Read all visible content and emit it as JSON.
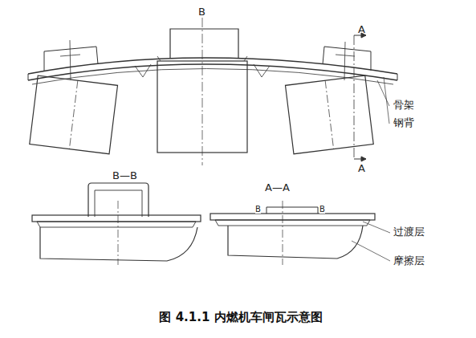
{
  "diagram": {
    "caption": "图 4.1.1 内燃机车闸瓦示意图",
    "labels": [
      "B",
      "A",
      "A",
      "骨架",
      "钢背",
      "B—B",
      "A—A",
      "B",
      "B",
      "过渡层",
      "摩擦层"
    ]
  }
}
